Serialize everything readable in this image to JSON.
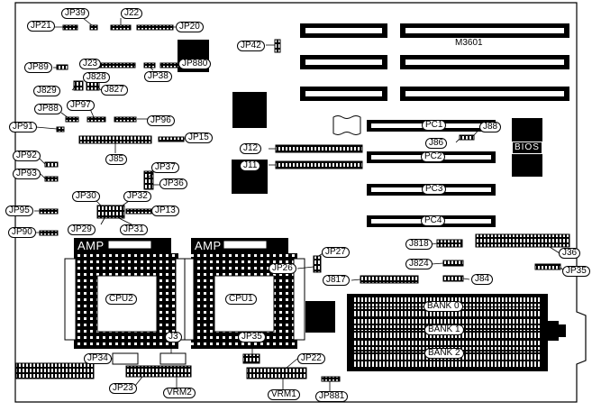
{
  "board": {
    "model": "M3601"
  },
  "jumpers": {
    "jp21": "JP21",
    "jp39": "JP39",
    "j22": "J22",
    "jp20": "JP20",
    "jp42": "JP42",
    "jp89": "JP89",
    "j23": "J23",
    "jp38": "JP38",
    "jp880": "JP880",
    "j828": "J828",
    "j829": "J829",
    "j827": "J827",
    "jp88": "JP88",
    "jp97": "JP97",
    "jp96": "JP96",
    "jp91": "JP91",
    "jp15": "JP15",
    "j85": "J85",
    "j12": "J12",
    "j11": "J11",
    "jp92": "JP92",
    "jp93": "JP93",
    "jp37": "JP37",
    "jp36": "JP36",
    "jp30": "JP30",
    "jp32": "JP32",
    "jp13": "JP13",
    "jp95": "JP95",
    "jp29": "JP29",
    "jp31": "JP31",
    "jp90": "JP90",
    "jp27": "JP27",
    "jp26": "JP26",
    "j817": "J817",
    "j818": "J818",
    "j824": "J824",
    "j84": "J84",
    "j36": "J36",
    "jp35_right": "JP35",
    "jp34": "JP34",
    "j3": "J3",
    "jp35": "JP35",
    "jp22": "JP22",
    "jp23": "JP23",
    "vrm2": "VRM2",
    "vrm1": "VRM1",
    "jp881": "JP881",
    "j88": "J88",
    "j86": "J86"
  },
  "slots": {
    "pc1": "PC1",
    "pc2": "PC2",
    "pc3": "PC3",
    "pc4": "PC4"
  },
  "bios": "BIOS",
  "cpus": {
    "cpu1": "CPU1",
    "cpu2": "CPU2",
    "amp1": "AMP",
    "amp2": "AMP"
  },
  "memory": {
    "bank0": "BANK 0",
    "bank1": "BANK 1",
    "bank2": "BANK 2"
  }
}
